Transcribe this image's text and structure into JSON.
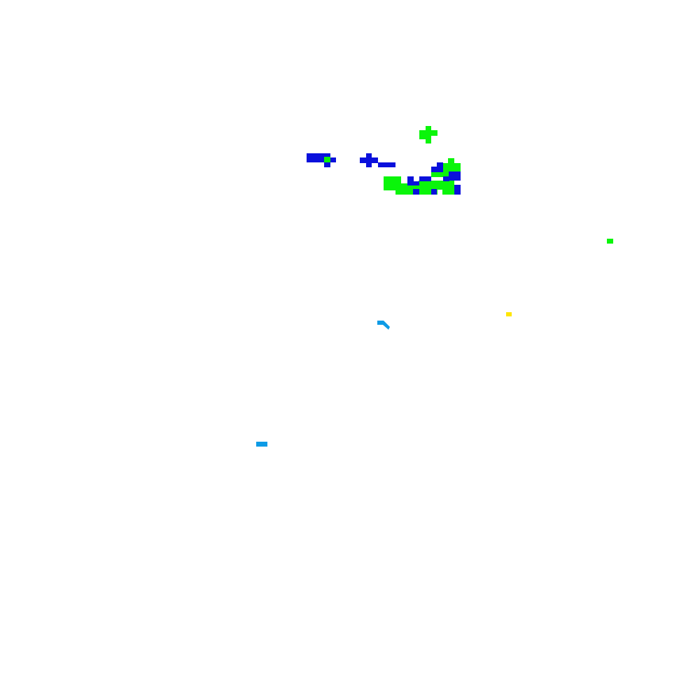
{
  "canvas": {
    "background": "#ffffff"
  },
  "palette": {
    "blue": "#0a10dc",
    "green": "#0af50a",
    "cyan": "#0d9be6",
    "yellow": "#ffe600"
  },
  "blobs": [
    {
      "name": "green-cross-top",
      "color": "green"
    },
    {
      "name": "blue-bar-left",
      "color": "blue"
    },
    {
      "name": "blue-cross-middle",
      "color": "blue"
    },
    {
      "name": "blue-bar-middle",
      "color": "blue"
    },
    {
      "name": "green-cluster-main",
      "color": "green"
    },
    {
      "name": "blue-cluster-main",
      "color": "blue"
    },
    {
      "name": "green-dot-right",
      "color": "green"
    },
    {
      "name": "yellow-dot",
      "color": "yellow"
    },
    {
      "name": "cyan-arc-center",
      "color": "cyan"
    },
    {
      "name": "cyan-dash-lower-left",
      "color": "cyan"
    }
  ]
}
